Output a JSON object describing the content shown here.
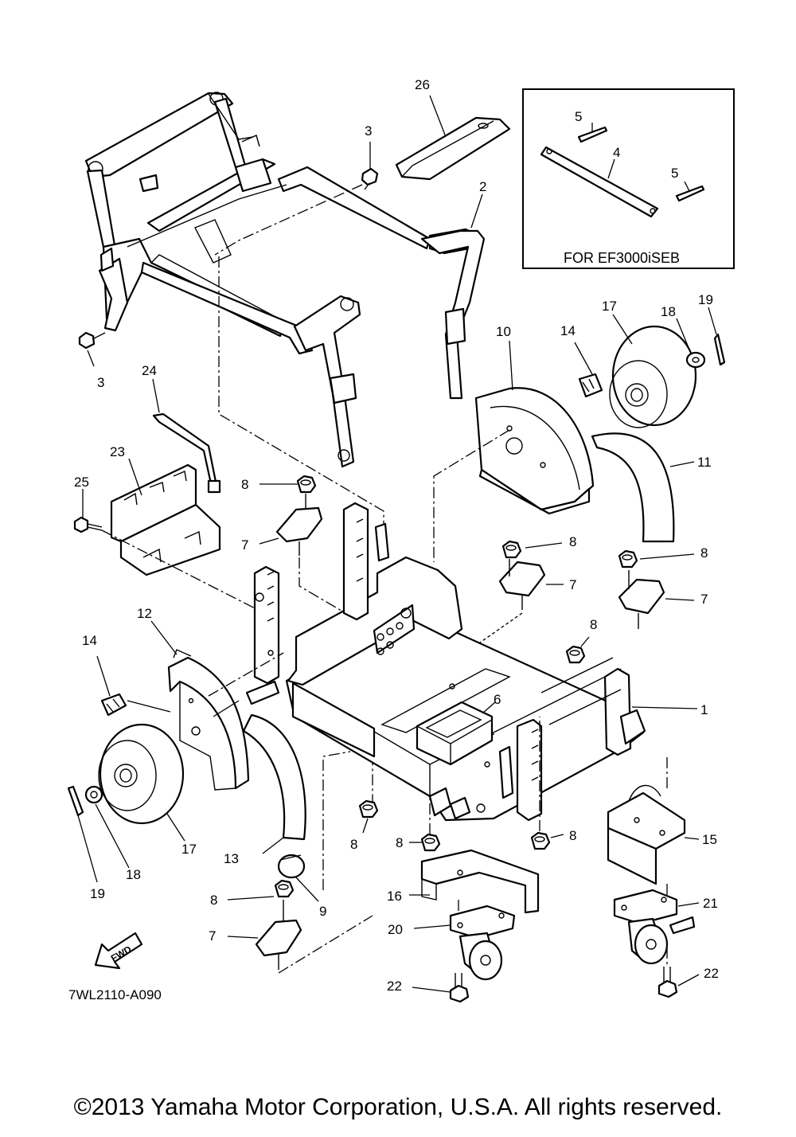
{
  "diagram": {
    "callouts": [
      "1",
      "2",
      "3",
      "4",
      "5",
      "6",
      "7",
      "8",
      "9",
      "10",
      "11",
      "12",
      "13",
      "14",
      "15",
      "16",
      "17",
      "18",
      "19",
      "20",
      "21",
      "22",
      "23",
      "24",
      "25",
      "26"
    ],
    "inset_label": "FOR  EF3000iSEB",
    "fwd_label": "FWD",
    "drawing_code": "7WL2110-A090"
  },
  "footer": {
    "copyright": "©2013 Yamaha Motor Corporation, U.S.A. All rights reserved."
  }
}
